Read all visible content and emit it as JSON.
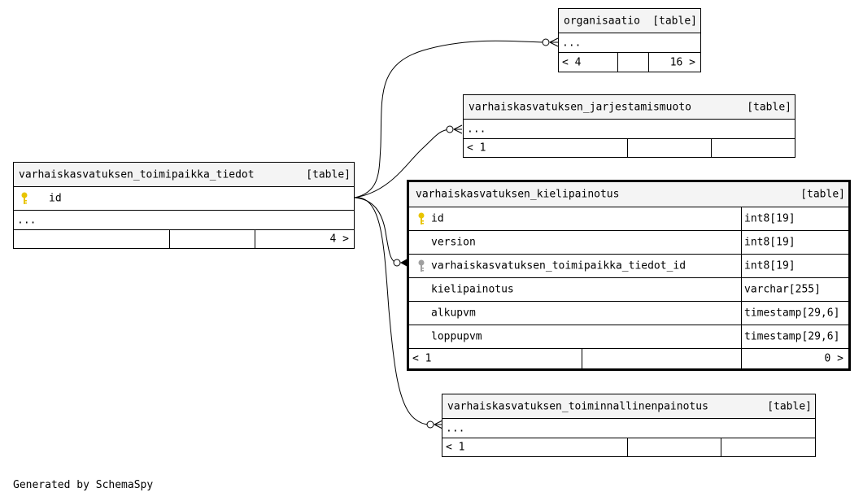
{
  "tables": {
    "organisaatio": {
      "name": "organisaatio",
      "tag": "[table]",
      "ellipsis": "...",
      "foot_left": "< 4",
      "foot_right": "16 >"
    },
    "jarjestamismuoto": {
      "name": "varhaiskasvatuksen_jarjestamismuoto",
      "tag": "[table]",
      "ellipsis": "...",
      "foot_left": "< 1"
    },
    "toimipaikka": {
      "name": "varhaiskasvatuksen_toimipaikka_tiedot",
      "tag": "[table]",
      "key_column": "id",
      "ellipsis": "...",
      "foot_right": "4 >"
    },
    "kielipainotus": {
      "name": "varhaiskasvatuksen_kielipainotus",
      "tag": "[table]",
      "columns": [
        {
          "name": "id",
          "type": "int8[19]",
          "key": "primary"
        },
        {
          "name": "version",
          "type": "int8[19]",
          "key": "none"
        },
        {
          "name": "varhaiskasvatuksen_toimipaikka_tiedot_id",
          "type": "int8[19]",
          "key": "foreign"
        },
        {
          "name": "kielipainotus",
          "type": "varchar[255]",
          "key": "none"
        },
        {
          "name": "alkupvm",
          "type": "timestamp[29,6]",
          "key": "none"
        },
        {
          "name": "loppupvm",
          "type": "timestamp[29,6]",
          "key": "none"
        }
      ],
      "foot_left": "< 1",
      "foot_right": "0 >"
    },
    "toiminnallinen": {
      "name": "varhaiskasvatuksen_toiminnallinenpainotus",
      "tag": "[table]",
      "ellipsis": "...",
      "foot_left": "< 1"
    }
  },
  "colors": {
    "primary_key": "#e8c400",
    "foreign_key": "#a0a0a0",
    "header_bg": "#f4f4f4"
  },
  "footer": "Generated by SchemaSpy"
}
